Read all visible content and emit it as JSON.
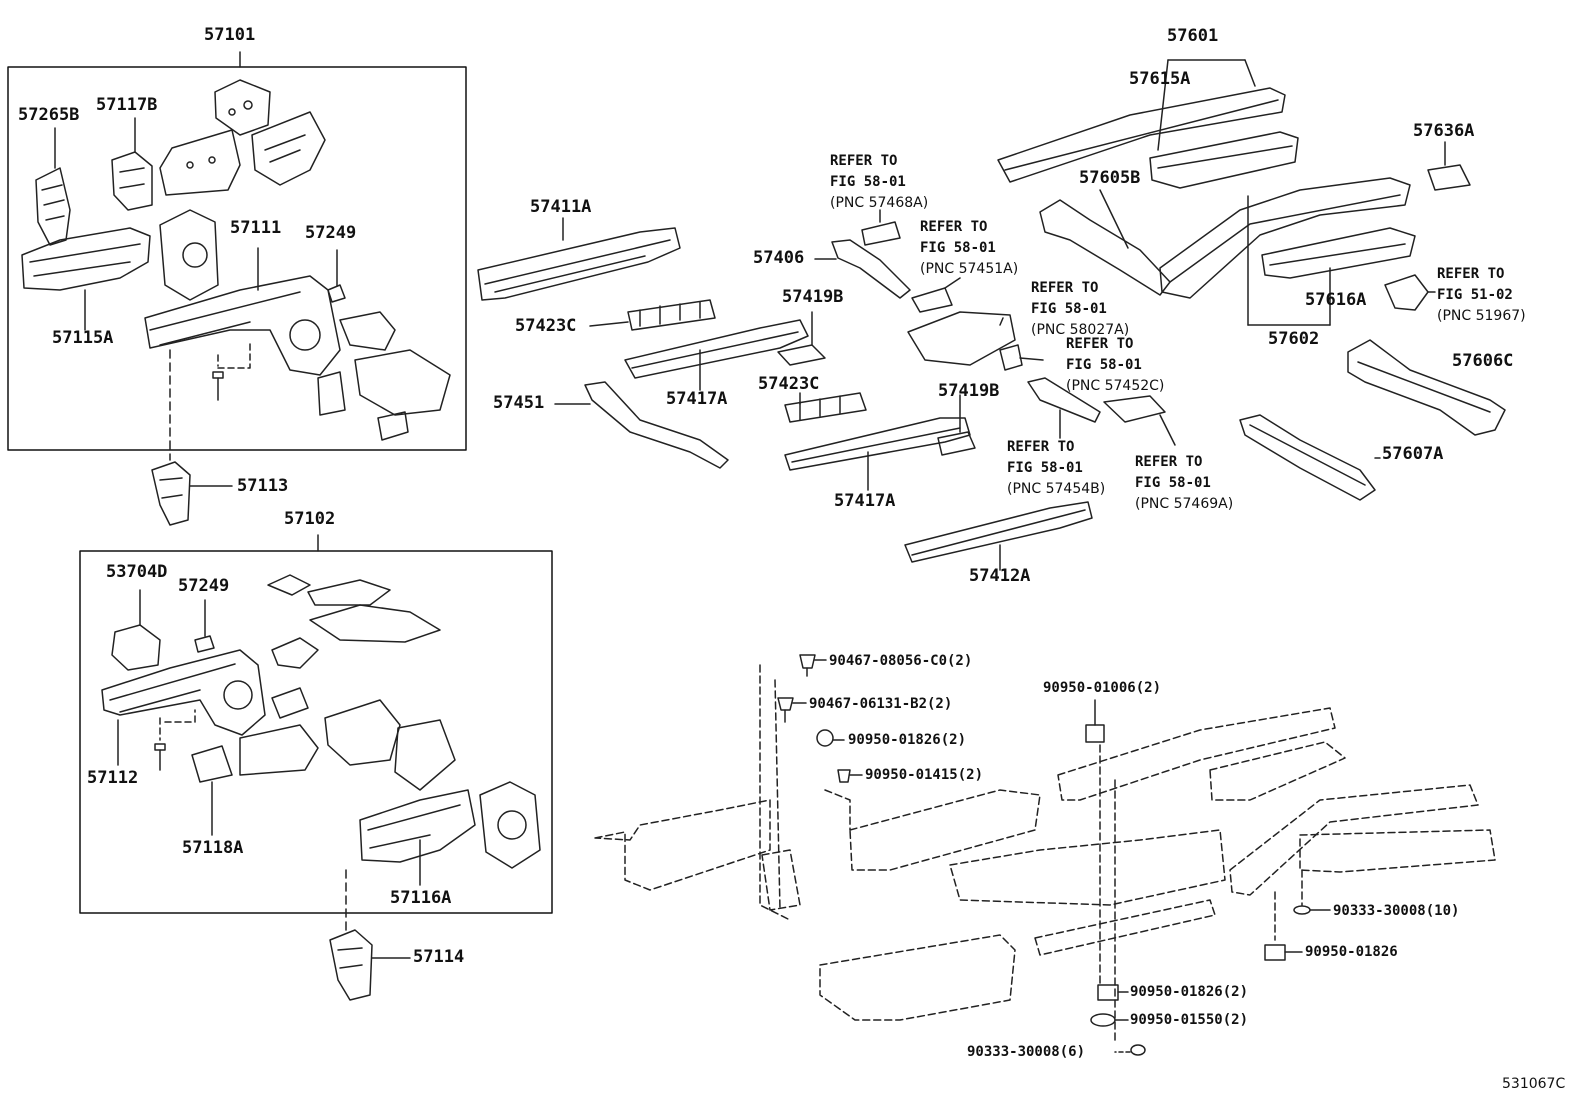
{
  "diagram_code": "531067C",
  "groups": {
    "g57101": "57101",
    "g57102": "57102",
    "g57601": "57601",
    "g57602": "57602"
  },
  "parts": {
    "p57265B": "57265B",
    "p57117B": "57117B",
    "p57111": "57111",
    "p57249a": "57249",
    "p57115A": "57115A",
    "p57113": "57113",
    "p53704D": "53704D",
    "p57249b": "57249",
    "p57112": "57112",
    "p57118A": "57118A",
    "p57116A": "57116A",
    "p57114": "57114",
    "p57411A": "57411A",
    "p57423Ca": "57423C",
    "p57417Aa": "57417A",
    "p57451": "57451",
    "p57406": "57406",
    "p57419Ba": "57419B",
    "p57423Cb": "57423C",
    "p57419Bb": "57419B",
    "p57417Ab": "57417A",
    "p57412A": "57412A",
    "p57615A": "57615A",
    "p57605B": "57605B",
    "p57636A": "57636A",
    "p57616A": "57616A",
    "p57606C": "57606C",
    "p57607A": "57607A"
  },
  "refs": [
    {
      "line1": "REFER TO",
      "line2": "FIG 58-01",
      "line3": "(PNC 57468A)"
    },
    {
      "line1": "REFER TO",
      "line2": "FIG 58-01",
      "line3": "(PNC 57451A)"
    },
    {
      "line1": "REFER TO",
      "line2": "FIG 58-01",
      "line3": "(PNC 58027A)"
    },
    {
      "line1": "REFER TO",
      "line2": "FIG 58-01",
      "line3": "(PNC 57452C)"
    },
    {
      "line1": "REFER TO",
      "line2": "FIG 58-01",
      "line3": "(PNC 57454B)"
    },
    {
      "line1": "REFER TO",
      "line2": "FIG 58-01",
      "line3": "(PNC 57469A)"
    },
    {
      "line1": "REFER TO",
      "line2": "FIG 51-02",
      "line3": "(PNC 51967)"
    }
  ],
  "fasteners": {
    "f1": "90467-08056-C0(2)",
    "f2": "90467-06131-B2(2)",
    "f3": "90950-01826(2)",
    "f4": "90950-01415(2)",
    "f5": "90950-01006(2)",
    "f6": "90333-30008(10)",
    "f7": "90950-01826",
    "f8": "90950-01826(2)",
    "f9": "90950-01550(2)",
    "f10": "90333-30008(6)"
  }
}
